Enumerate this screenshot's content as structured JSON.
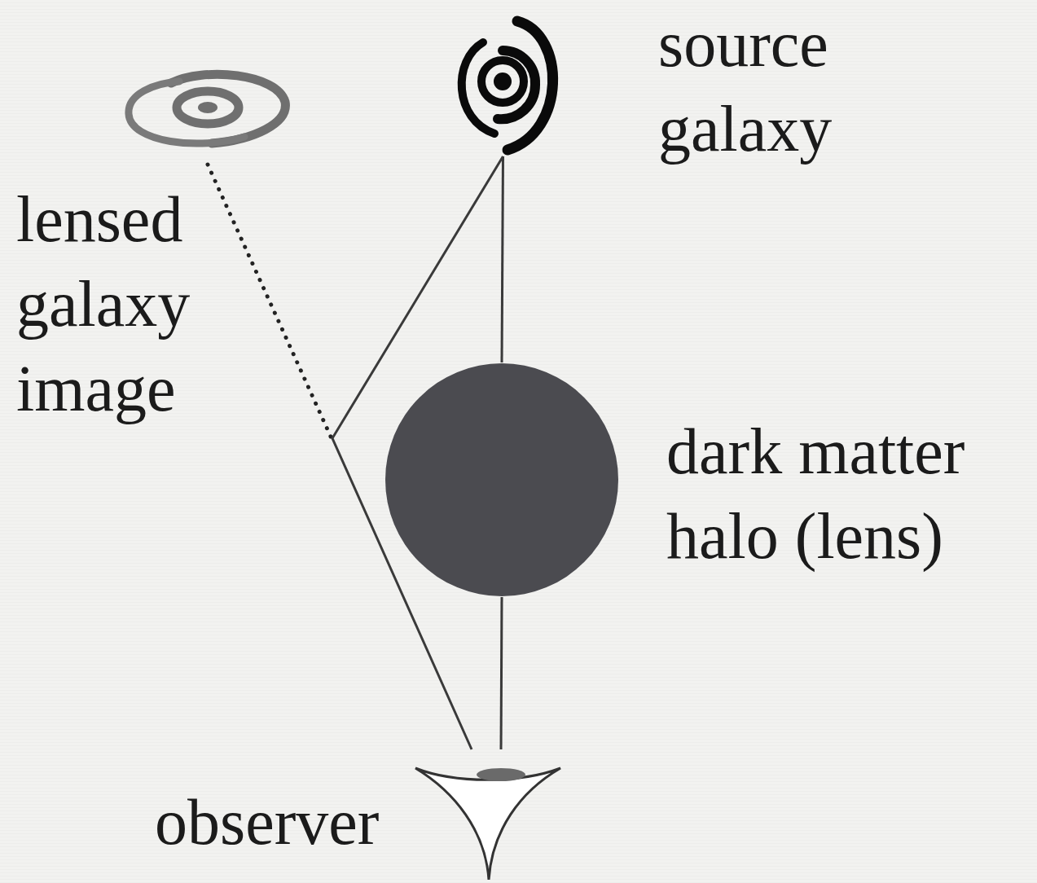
{
  "diagram": {
    "nodes": [
      {
        "text": [
          "source galaxy"
        ]
      },
      {
        "text": [
          "lensed galaxy image"
        ]
      },
      {
        "text": [
          "dark matter halo (lens)"
        ]
      },
      {
        "text": [
          "observer"
        ]
      }
    ],
    "edges": [
      {
        "from": 0,
        "to": 2,
        "arrow": "none"
      },
      {
        "from": 2,
        "to": 3,
        "arrow": "none"
      },
      {
        "from": 0,
        "to": 3,
        "arrow": "none"
      }
    ]
  }
}
